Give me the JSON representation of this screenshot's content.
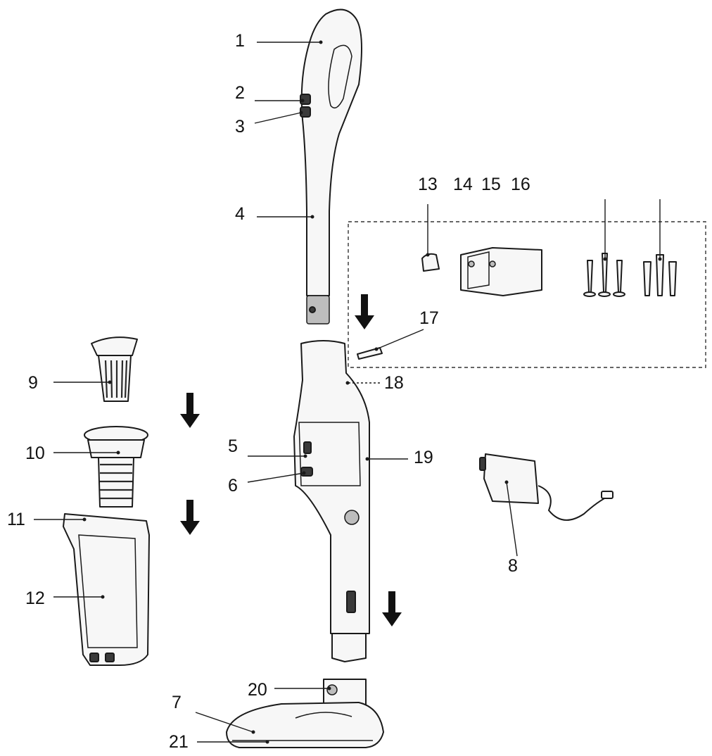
{
  "labels": {
    "1": "1",
    "2": "2",
    "3": "3",
    "4": "4",
    "5": "5",
    "6": "6",
    "7": "7",
    "8": "8",
    "9": "9",
    "10": "10",
    "11": "11",
    "12": "12",
    "13": "13",
    "14": "14",
    "15": "15",
    "16": "16",
    "17": "17",
    "18": "18",
    "19": "19",
    "20": "20",
    "21": "21"
  },
  "colors": {
    "line": "#1a1a1a",
    "fill": "#f7f7f7",
    "dark": "#3a3a3a"
  }
}
